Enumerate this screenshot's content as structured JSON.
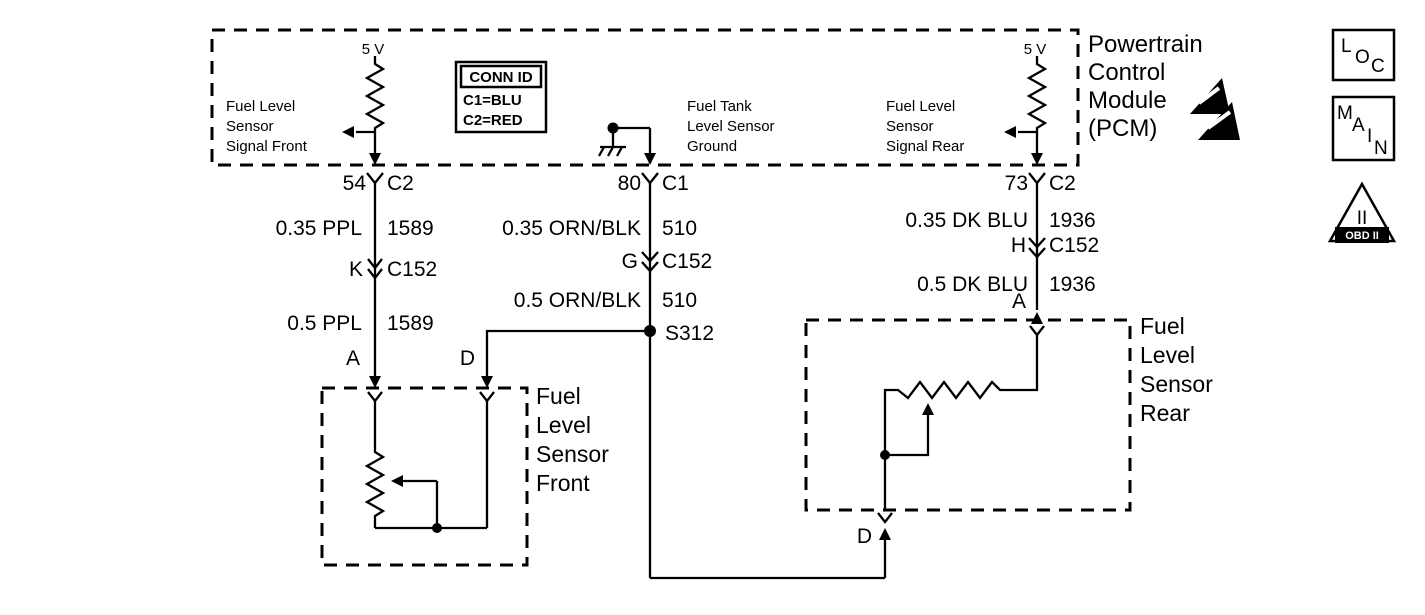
{
  "pcm": {
    "title": [
      "Powertrain",
      "Control",
      "Module",
      "(PCM)"
    ],
    "left_supply": "5 V",
    "right_supply": "5 V",
    "signal_front": [
      "Fuel Level",
      "Sensor",
      "Signal Front"
    ],
    "ground_label": [
      "Fuel Tank",
      "Level Sensor",
      "Ground"
    ],
    "signal_rear": [
      "Fuel Level",
      "Sensor",
      "Signal Rear"
    ],
    "conn_id": {
      "title": "CONN ID",
      "c1": "C1=BLU",
      "c2": "C2=RED"
    }
  },
  "front_circuit": {
    "pcm_pin": "54",
    "pcm_conn": "C2",
    "wire1": "0.35 PPL",
    "ckt1": "1589",
    "inline_pin": "K",
    "inline_conn": "C152",
    "wire2": "0.5 PPL",
    "ckt2": "1589",
    "pin_a": "A",
    "pin_d": "D"
  },
  "ground_circuit": {
    "pcm_pin": "80",
    "pcm_conn": "C1",
    "wire1": "0.35 ORN/BLK",
    "ckt1": "510",
    "inline_pin": "G",
    "inline_conn": "C152",
    "wire2": "0.5 ORN/BLK",
    "ckt2": "510",
    "splice": "S312"
  },
  "rear_circuit": {
    "pcm_pin": "73",
    "pcm_conn": "C2",
    "wire1": "0.35 DK BLU",
    "ckt1": "1936",
    "inline_pin": "H",
    "inline_conn": "C152",
    "wire2": "0.5 DK BLU",
    "ckt2": "1936",
    "pin_a": "A",
    "pin_d": "D"
  },
  "front_sensor": {
    "label": [
      "Fuel",
      "Level",
      "Sensor",
      "Front"
    ]
  },
  "rear_sensor": {
    "label": [
      "Fuel",
      "Level",
      "Sensor",
      "Rear"
    ]
  },
  "legend": {
    "loc": [
      "L",
      "O",
      "C"
    ],
    "main": [
      "M",
      "A",
      "I",
      "N"
    ],
    "obd_numeral": "II",
    "obd_badge": "OBD II"
  },
  "colors": {
    "line": "#000000",
    "background": "#ffffff"
  }
}
